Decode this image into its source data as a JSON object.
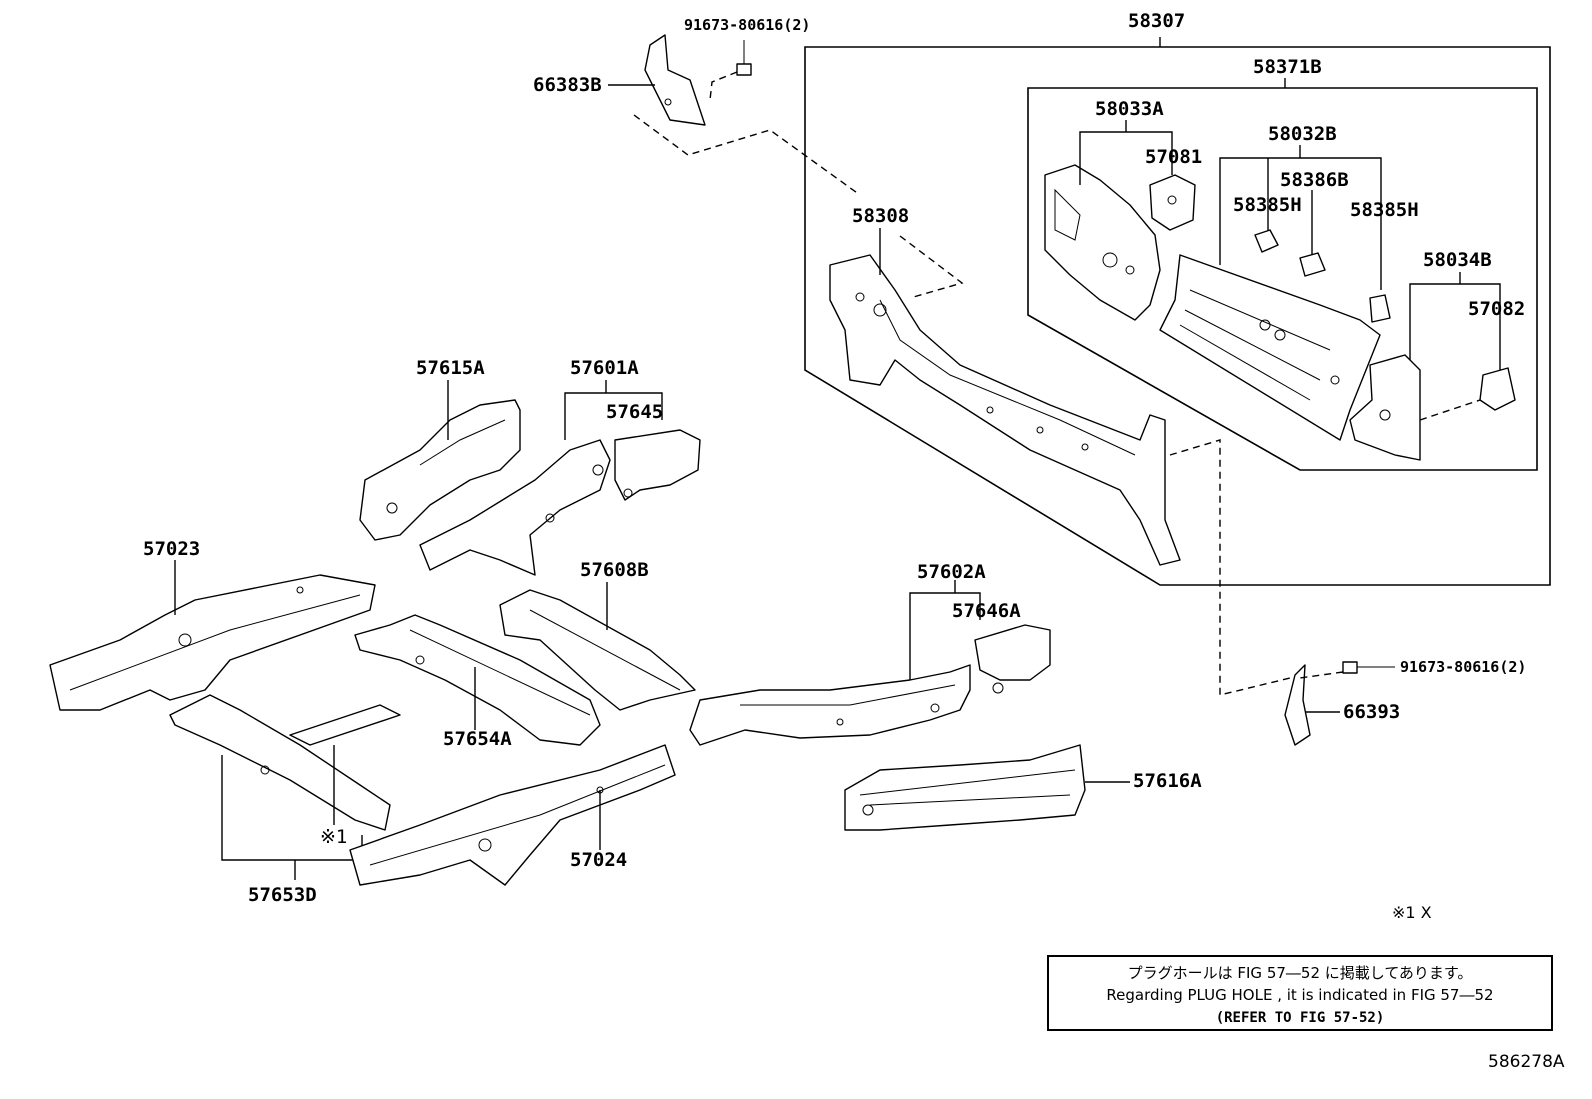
{
  "figure_id": "586278A",
  "parts": {
    "p58307": "58307",
    "p58371B": "58371B",
    "p58033A": "58033A",
    "p57081": "57081",
    "p58032B": "58032B",
    "p58386B": "58386B",
    "p58385H_a": "58385H",
    "p58385H_b": "58385H",
    "p58034B": "58034B",
    "p57082": "57082",
    "p58308": "58308",
    "p91673_top": "91673-80616(2)",
    "p66383B": "66383B",
    "p57615A": "57615A",
    "p57601A": "57601A",
    "p57645": "57645",
    "p57023": "57023",
    "p57608B": "57608B",
    "p57602A": "57602A",
    "p57646A": "57646A",
    "p91673_right": "91673-80616(2)",
    "p66393": "66393",
    "p57654A": "57654A",
    "p57616A": "57616A",
    "p57024": "57024",
    "p57653D": "57653D",
    "mark1": "※1"
  },
  "footnote": "※1 X",
  "note": {
    "line_jp": "プラグホールは FIG  57―52 に掲載してあります。",
    "line_en": "Regarding  PLUG  HOLE , it is indicated in  FIG  57―52",
    "line_ref": "(REFER TO FIG 57-52)"
  }
}
